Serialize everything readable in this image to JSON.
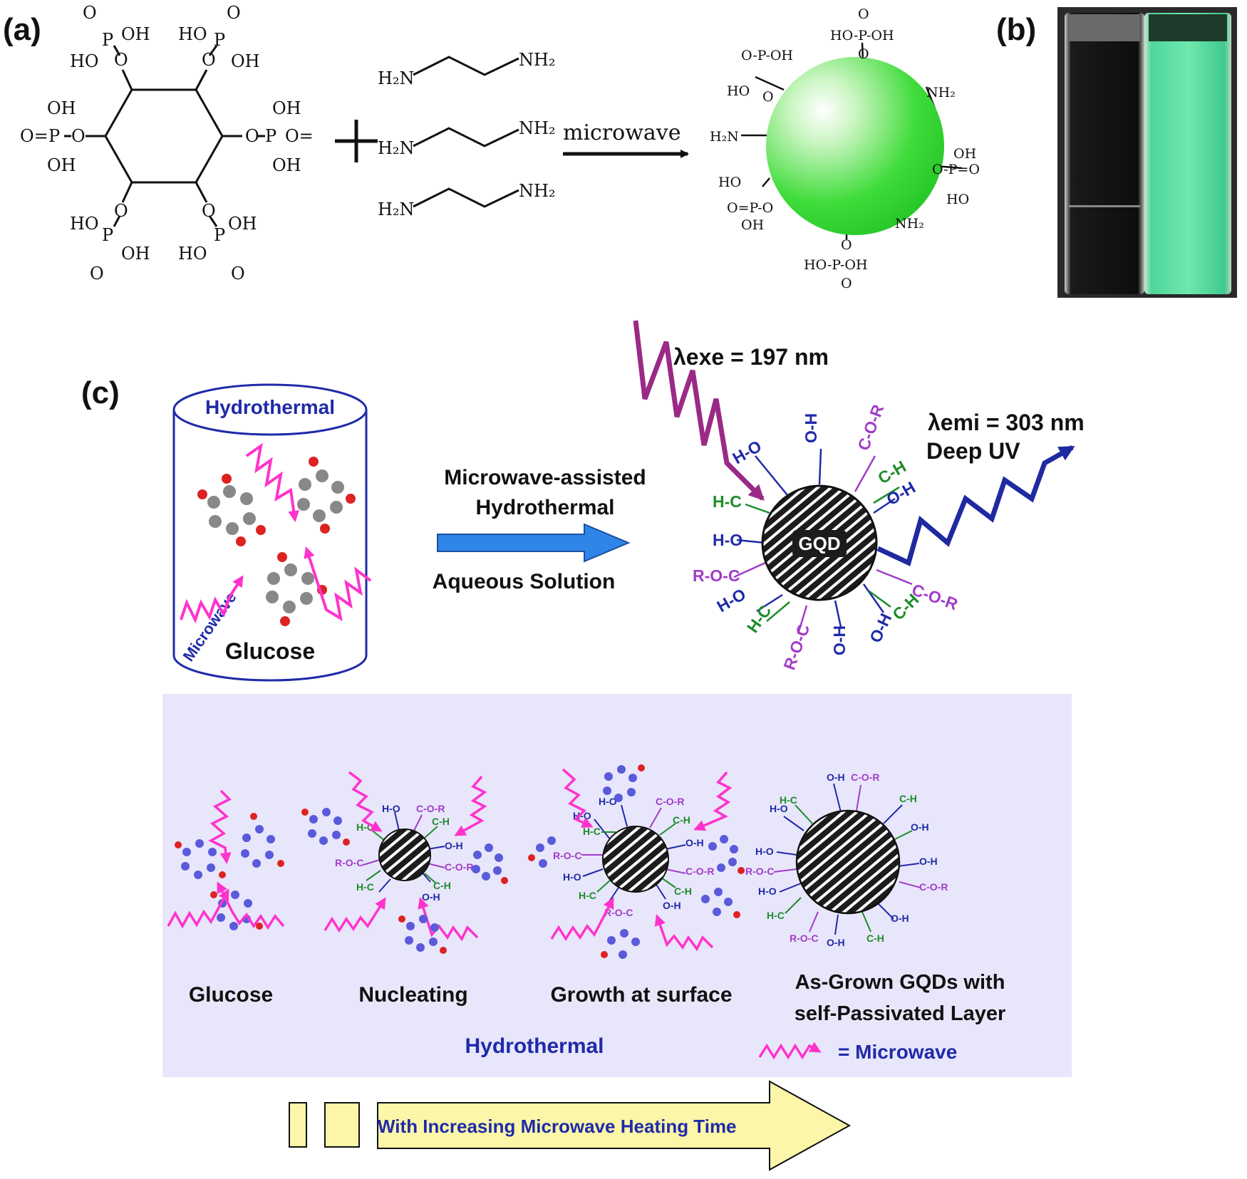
{
  "panel_a": {
    "label": "(a)",
    "arrow_label": "microwave",
    "phosphate": {
      "oh": "OH",
      "ho": "HO",
      "o": "O",
      "p": "P",
      "eq_o": "O="
    },
    "amine": {
      "h2n": "H₂N",
      "nh2": "NH₂"
    },
    "product_groups": {
      "nh2": "NH₂",
      "h2n": "H₂N"
    }
  },
  "panel_b": {
    "label": "(b)"
  },
  "panel_c": {
    "label": "(c)",
    "cylinder_title": "Hydrothermal",
    "cylinder_side": "Microwave",
    "cylinder_bottom": "Glucose",
    "arrow_top_line1": "Microwave-assisted",
    "arrow_top_line2": "Hydrothermal",
    "arrow_bottom": "Aqueous Solution",
    "excitation": "λexe = 197 nm",
    "emission_line1": "λemi = 303 nm",
    "emission_line2": "Deep UV",
    "core_label": "GQD",
    "ligands": {
      "ho": "H-O",
      "oh": "O-H",
      "cor": "C-O-R",
      "roc": "R-O-C",
      "hc": "H-C",
      "ch": "C-H"
    }
  },
  "process": {
    "stages": [
      "Glucose",
      "Nucleating",
      "Growth at surface",
      "As-Grown GQDs with",
      "self-Passivated Layer"
    ],
    "bottom_label": "Hydrothermal",
    "legend_label": "= Microwave",
    "time_arrow_label": "With Increasing Microwave Heating Time"
  },
  "colors": {
    "green_glow": "#33dd33",
    "magenta": "#ff33cc",
    "purple_wave": "#9b2a86",
    "navy": "#1f2aa0",
    "process_bg": "#e8e6fb",
    "arrow_blue": "#2f86e8",
    "time_arrow": "#fbf6a8",
    "lig_blue": "#1f2aa8",
    "lig_green": "#1c8c2a",
    "lig_purple": "#a23cc9"
  }
}
